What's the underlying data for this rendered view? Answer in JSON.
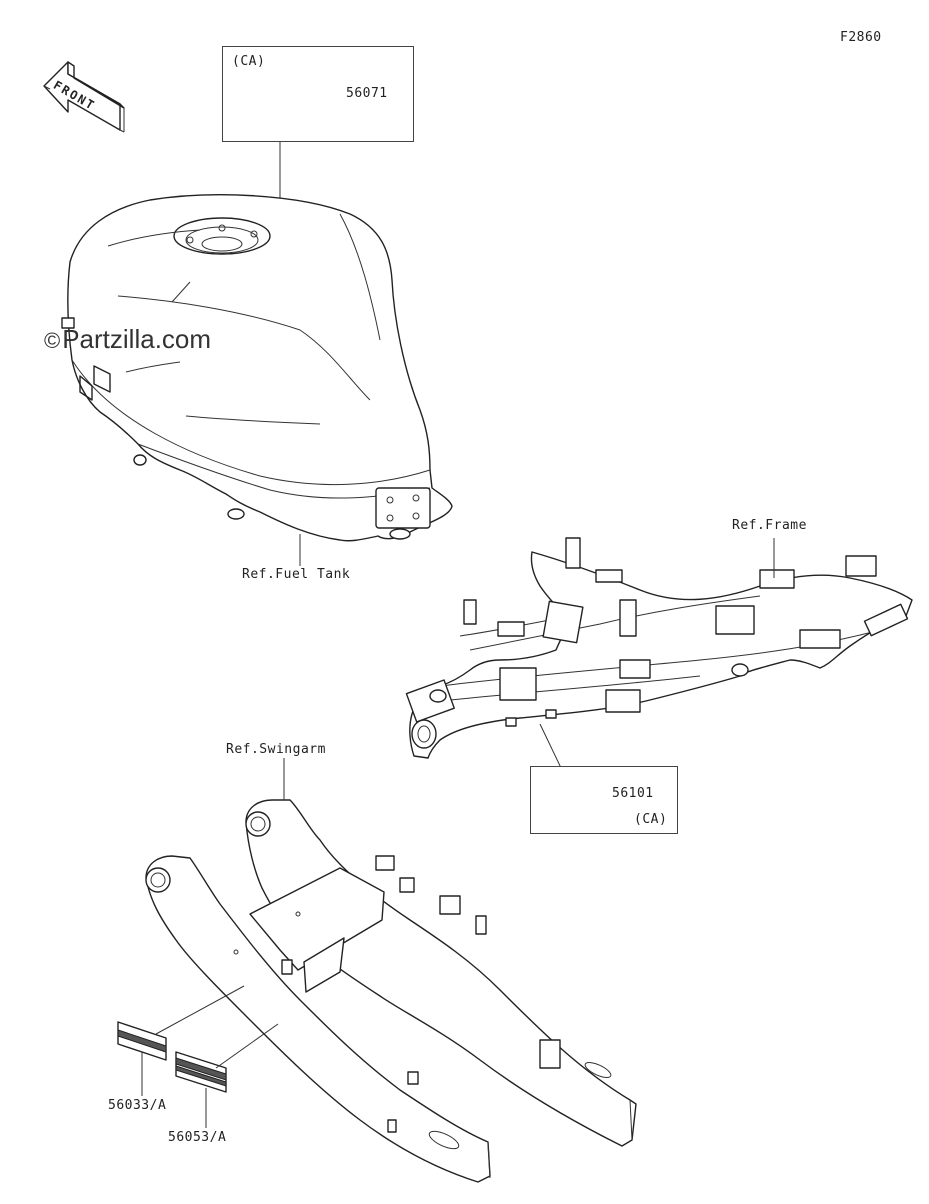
{
  "figure_code": "F2860",
  "front_arrow": {
    "label": "FRONT"
  },
  "watermark": {
    "symbol": "©",
    "text": "Partzilla.com"
  },
  "references": {
    "fuel_tank": "Ref.Fuel Tank",
    "frame": "Ref.Frame",
    "swingarm": "Ref.Swingarm"
  },
  "callouts": {
    "tank_box": {
      "region": "(CA)",
      "part": "56071"
    },
    "frame_box": {
      "region": "(CA)",
      "part": "56101"
    },
    "label_1": "56033/A",
    "label_2": "56053/A"
  },
  "colors": {
    "line": "#222222",
    "background": "#ffffff",
    "label_stripe": "#555555"
  }
}
